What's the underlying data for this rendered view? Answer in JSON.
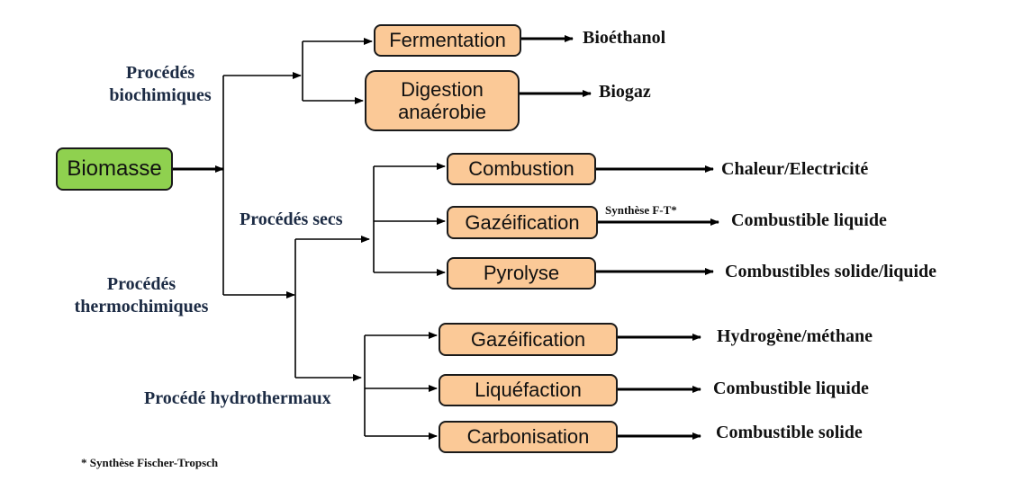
{
  "colors": {
    "root_fill": "#8fd14f",
    "process_fill": "#fbc997",
    "border": "#1a1a1a",
    "category_text": "#1c2b44"
  },
  "root": {
    "label": "Biomasse"
  },
  "categories": {
    "biochemical": {
      "line1": "Procédés",
      "line2": "biochimiques"
    },
    "thermochemical": {
      "line1": "Procédés",
      "line2": "thermochimiques"
    },
    "dry": {
      "label": "Procédés secs"
    },
    "hydrothermal": {
      "label": "Procédé hydrothermaux"
    }
  },
  "processes": {
    "fermentation": "Fermentation",
    "digestion_line1": "Digestion",
    "digestion_line2": "anaérobie",
    "combustion": "Combustion",
    "gazeification_dry": "Gazéification",
    "pyrolyse": "Pyrolyse",
    "gazeification_hydro": "Gazéification",
    "liquefaction": "Liquéfaction",
    "carbonisation": "Carbonisation"
  },
  "products": {
    "bioethanol": "Bioéthanol",
    "biogaz": "Biogaz",
    "chaleur": "Chaleur/Electricité",
    "combustible_liquide_1": "Combustible liquide",
    "combustibles_solide_liquide": "Combustibles solide/liquide",
    "hydrogene_methane": "Hydrogène/méthane",
    "combustible_liquide_2": "Combustible liquide",
    "combustible_solide": "Combustible solide"
  },
  "annotations": {
    "ft_label": "Synthèse F-T*",
    "footnote": "* Synthèse Fischer-Tropsch"
  }
}
